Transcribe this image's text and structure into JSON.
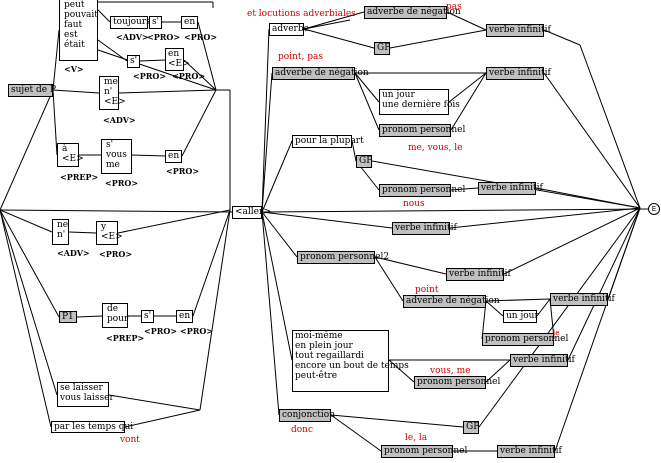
{
  "colors": {
    "gray_box": "#c0c0c0",
    "annotation": "#d00000",
    "line": "#000000"
  },
  "nodes": {
    "pf_modal": "peut\npouvait\nfaut\nest\nétait",
    "toujours": "toujours",
    "s_a": "s'",
    "en_a": "en",
    "s_b": "s'",
    "en_e": "en\n<E>",
    "sujet": "sujet de P",
    "me_n": "me\nn'\n<E>",
    "a_e": "à\n<E>",
    "s_vous_me": "s'\nvous\nme",
    "en_b": "en",
    "ne_n": "ne\nn'",
    "y_e": "y\n<E>",
    "p1": "P1",
    "de_pour": "de\npour",
    "s_c": "s'",
    "en_c": "en",
    "se_laisser": "se laisser\nvous laisser",
    "par_les_temps": "par les temps qui",
    "aller": "<aller>",
    "adverbe": "adverbe",
    "adv_neg_top": "adverbe de négation",
    "gp_top": "GP",
    "vinf_1": "verbe infinitif",
    "adv_neg_2": "adverbe de négation",
    "un_jour_list": "un jour\nune dernière fois",
    "pronom_1": "pronom personnel",
    "vinf_2": "verbe infinitif",
    "pour_la_plupart": "pour la plupart",
    "gp_2": "GP",
    "pronom_2": "pronom personnel",
    "vinf_3": "verbe infinitif",
    "vinf_4": "verbe infinitif",
    "pronom_pers2": "pronom personnel2",
    "vinf_5": "verbe infinitif",
    "adv_neg_3": "adverbe de négation",
    "un_jour": "un jour",
    "vinf_6": "verbe infinitif",
    "pronom_3": "pronom personnel",
    "moi_meme": "moi-même\nen plein jour\ntout regaillardi\nencore un bout de temps\npeut-être",
    "vinf_7": "verbe infinitif",
    "pronom_4": "pronom personnel",
    "conjonction": "conjonction",
    "gp_3": "GP",
    "pronom_5": "pronom personnel",
    "vinf_8": "verbe infinitif",
    "end_state": "E"
  },
  "labels": {
    "v": "<V>",
    "adv_1": "<ADV>",
    "pro_1": "<PRO>",
    "pro_2": "<PRO>",
    "pro_3": "<PRO>",
    "pro_4": "<PRO>",
    "adv_2": "<ADV>",
    "prep_1": "<PREP>",
    "pro_5": "<PRO>",
    "pro_6": "<PRO>",
    "adv_3": "<ADV>",
    "pro_7": "<PRO>",
    "prep_2": "<PREP>",
    "pro_8": "<PRO>",
    "pro_9": "<PRO>"
  },
  "annotations": {
    "locutions": "et locutions adverbiales",
    "pas_1": "pas",
    "point_pas": "point, pas",
    "me_vous_le": "me, vous, le",
    "nous": "nous",
    "point": "point",
    "le_sup": "le",
    "vous_me": "vous, me",
    "donc": "donc",
    "le_la": "le, la",
    "vont": "vont"
  }
}
